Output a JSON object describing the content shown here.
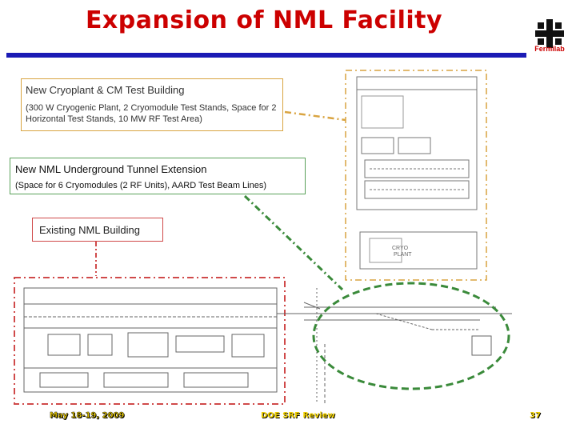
{
  "slide": {
    "title": "Expansion of NML Facility",
    "logo_text": "Fermilab"
  },
  "callouts": [
    {
      "heading": "New Cryoplant & CM Test Building",
      "body": "(300 W Cryogenic Plant, 2 Cryomodule Test Stands, Space for 2 Horizontal Test Stands, 10 MW RF Test Area)"
    },
    {
      "heading": "New NML Underground Tunnel Extension",
      "body": "(Space for 6 Cryomodules (2 RF Units), AARD Test Beam Lines)"
    },
    {
      "heading": "Existing NML Building"
    }
  ],
  "drawing_labels": {
    "plant": "CRYO\nPLANT"
  },
  "footer": {
    "date": "May 18-19, 2009",
    "event": "DOE SRF Review",
    "page": "37"
  },
  "colors": {
    "title": "#cc0000",
    "title_bar": "#1b1bb5",
    "callout_cryo": "#d9a441",
    "callout_tunnel": "#5aa15a",
    "callout_existing": "#d04a4a"
  }
}
